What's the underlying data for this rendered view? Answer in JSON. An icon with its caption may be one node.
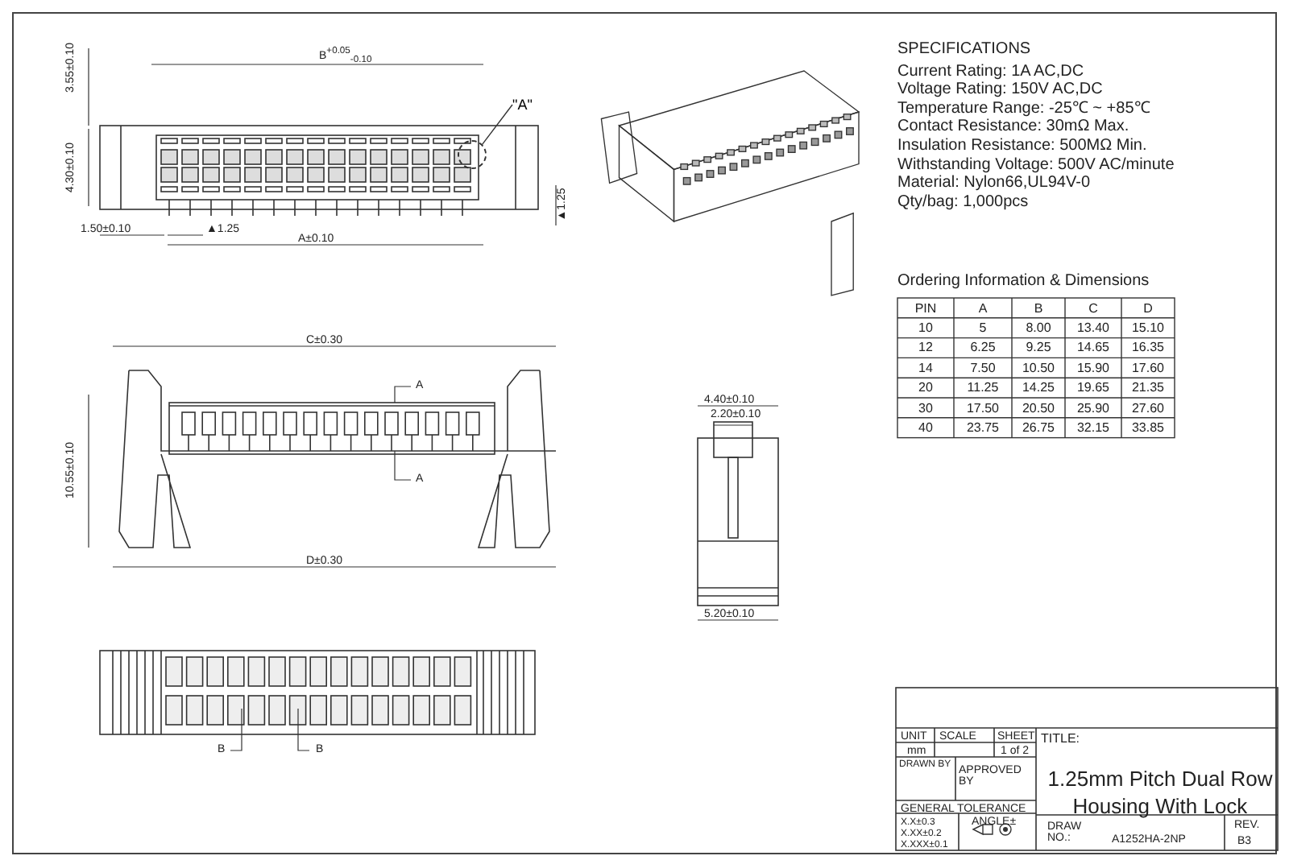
{
  "diagram": {
    "nodes": [
      {
        "text": [
          "\"A\""
        ]
      },
      {
        "text": [],
        "shape": "circle"
      }
    ],
    "edges": [
      {
        "from": 0,
        "to": 1,
        "arrow": "none"
      }
    ],
    "labels": [
      "SPECIFICATIONS",
      "Current Rating: 1A AC,DC",
      "Voltage Rating: 150V AC,DC",
      "Temperature Range: -25℃ ~ +85℃",
      "Contact Resistance: 30mΩ Max.",
      "Insulation Resistance: 500MΩ Min.",
      "Withstanding Voltage: 500V AC/minute",
      "Material: Nylon66,UL94V-0",
      "Qty/bag: 1,000pcs",
      "Ordering Information & Dimensions",
      "PIN",
      "A",
      "B",
      "C",
      "D",
      "10",
      "5",
      "8.00",
      "13.40",
      "15.10",
      "12",
      "6.25",
      "9.25",
      "14.65",
      "16.35",
      "14",
      "7.50",
      "10.50",
      "15.90",
      "17.60",
      "20",
      "11.25",
      "14.25",
      "19.65",
      "21.35",
      "30",
      "17.50",
      "20.50",
      "25.90",
      "27.60",
      "40",
      "23.75",
      "26.75",
      "32.15",
      "33.85",
      "B$^{+0.05}$$_{-0.10}$",
      "3.55±0.10",
      "4.30±0.10",
      "1.50±0.10",
      "▲1.25",
      "A±0.10",
      "▲1.25",
      "C±0.30",
      "A",
      "A",
      "10.55±0.10",
      "D±0.30",
      "4.40±0.10",
      "2.20±0.10",
      "5.20±0.10",
      "B",
      "B",
      "UNIT",
      "SCALE",
      "SHEET",
      "mm",
      "1 of 2",
      "TITLE:",
      "DRAWN BY",
      "APPROVED BY",
      "1.25mm Pitch Dual Row Housing With Lock",
      "GENERAL TOLERANCE",
      "X.X±0.3",
      "ANGLE±",
      "X.XX±0.2",
      "X.XXX±0.1",
      "DRAW NO.:",
      "A1252HA-2NP",
      "REV.",
      "B3"
    ]
  }
}
